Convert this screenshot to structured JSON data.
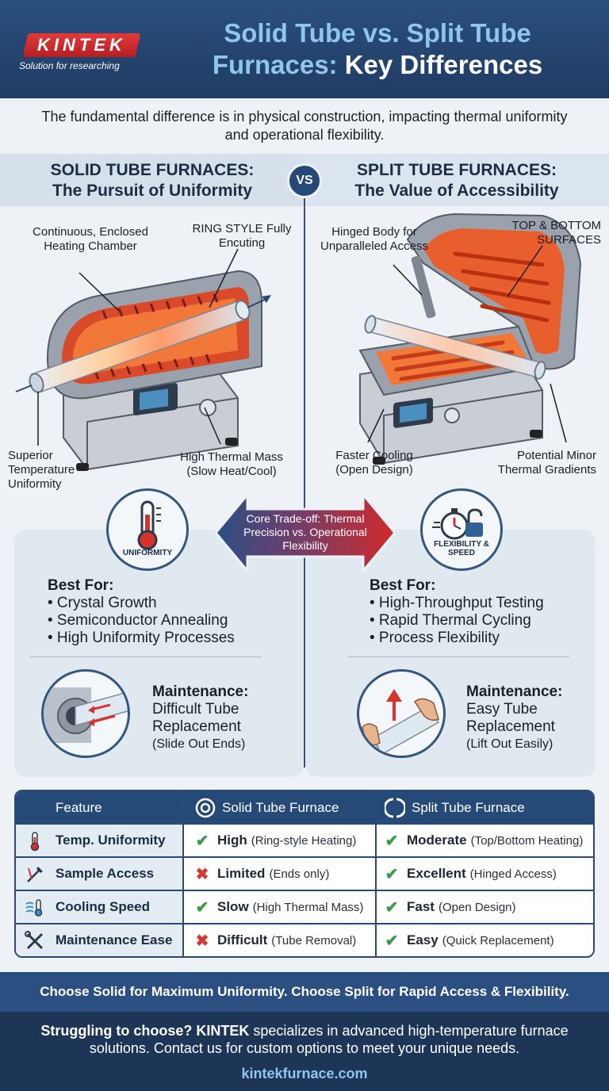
{
  "brand": {
    "logo_text": "KINTEK",
    "tagline": "Solution for researching"
  },
  "header": {
    "title_part1": "Solid Tube vs. Split Tube",
    "title_part2": "Furnaces:",
    "title_part3": "Key Differences"
  },
  "intro": "The fundamental difference is in physical construction, impacting thermal uniformity and operational flexibility.",
  "vs_label": "VS",
  "left": {
    "heading_line1": "SOLID TUBE FURNACES:",
    "heading_line2": "The Pursuit of Uniformity",
    "callouts": {
      "chamber": "Continuous, Enclosed Heating Chamber",
      "ring": "RING STYLE Fully Encuting",
      "uniformity": "Superior Temperature Uniformity",
      "mass": "High Thermal Mass (Slow Heat/Cool)"
    },
    "badge_label": "UNIFORMITY",
    "best_for_title": "Best For:",
    "best_for": [
      "• Crystal Growth",
      "• Semiconductor Annealing",
      "• High Uniformity Processes"
    ],
    "maintenance_title": "Maintenance:",
    "maintenance_line1": "Difficult Tube",
    "maintenance_line2": "Replacement",
    "maintenance_note": "(Slide Out Ends)"
  },
  "right": {
    "heading_line1": "SPLIT TUBE FURNACES:",
    "heading_line2": "The Value of Accessibility",
    "callouts": {
      "hinged": "Hinged Body for Unparalleled Access",
      "surfaces": "TOP & BOTTOM SURFACES",
      "cooling": "Faster Cooling (Open Design)",
      "gradients": "Potential Minor Thermal Gradients"
    },
    "badge_label": "FLEXIBILITY & SPEED",
    "best_for_title": "Best For:",
    "best_for": [
      "• High-Throughput Testing",
      "• Rapid Thermal Cycling",
      "• Process Flexibility"
    ],
    "maintenance_title": "Maintenance:",
    "maintenance_line1": "Easy Tube",
    "maintenance_line2": "Replacement",
    "maintenance_note": "(Lift Out Easily)"
  },
  "tradeoff": "Core Trade-off: Thermal Precision vs. Operational Flexibility",
  "table": {
    "headers": [
      "Feature",
      "Solid Tube Furnace",
      "Split Tube Furnace"
    ],
    "rows": [
      {
        "feature": "Temp. Uniformity",
        "icon": "thermometer-icon",
        "solid_mark": "✔",
        "solid_ok": true,
        "solid_value": "High",
        "solid_note": "(Ring-style Heating)",
        "split_mark": "✔",
        "split_value": "Moderate",
        "split_note": "(Top/Bottom Heating)"
      },
      {
        "feature": "Sample Access",
        "icon": "tools-icon",
        "solid_mark": "✖",
        "solid_ok": false,
        "solid_value": "Limited",
        "solid_note": "(Ends only)",
        "split_mark": "✔",
        "split_value": "Excellent",
        "split_note": "(Hinged Access)"
      },
      {
        "feature": "Cooling Speed",
        "icon": "cooling-icon",
        "solid_mark": "✔",
        "solid_ok": true,
        "solid_value": "Slow",
        "solid_note": "(High Thermal Mass)",
        "split_mark": "✔",
        "split_value": "Fast",
        "split_note": "(Open Design)"
      },
      {
        "feature": "Maintenance Ease",
        "icon": "wrench-icon",
        "solid_mark": "✖",
        "solid_ok": false,
        "solid_value": "Difficult",
        "solid_note": "(Tube Removal)",
        "split_mark": "✔",
        "split_value": "Easy",
        "split_note": "(Quick Replacement)"
      }
    ]
  },
  "banner": "Choose Solid for Maximum Uniformity. Choose Split for Rapid Access & Flexibility.",
  "footer": {
    "lead": "Struggling to choose?",
    "brand": "KINTEK",
    "text": "specializes in advanced high-temperature furnace solutions. Contact us for custom options to meet your unique needs.",
    "url": "kintekfurnace.com"
  },
  "colors": {
    "navy": "#264a78",
    "accent_blue": "#8fc5ee",
    "brand_red": "#d32a2c",
    "check_green": "#3a9a47",
    "cross_red": "#d23b2f"
  }
}
